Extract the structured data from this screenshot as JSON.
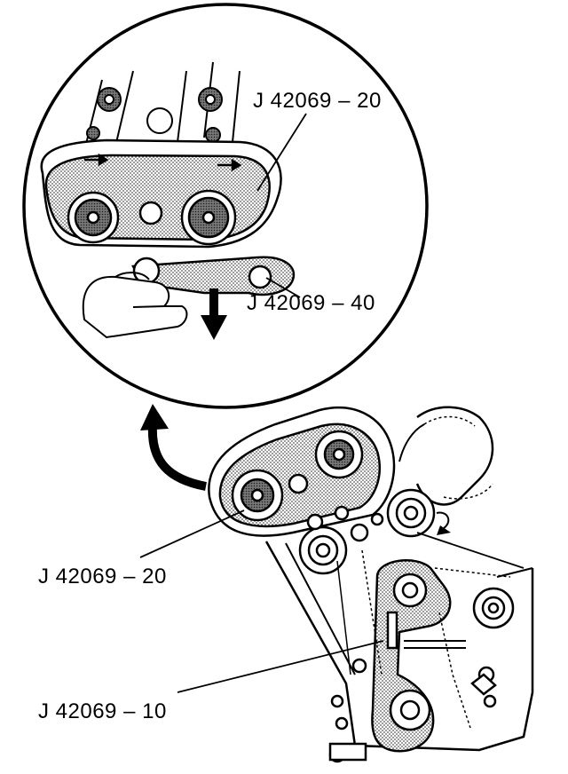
{
  "callouts": {
    "top_part": "J 42069 – 20",
    "mid_part": "J 42069 – 40",
    "left_part_1": "J 42069 – 20",
    "left_part_2": "J 42069 – 10"
  },
  "colors": {
    "ink": "#000000",
    "stipple": "#8a8a8a",
    "paper": "#ffffff"
  }
}
